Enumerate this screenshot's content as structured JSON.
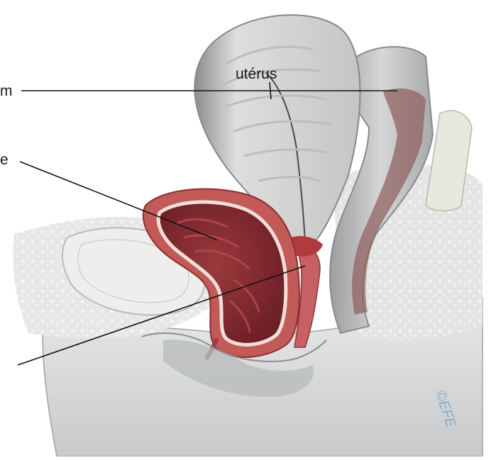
{
  "labels": {
    "top_left_fragment": "m",
    "mid_left_fragment": "e",
    "uterus": "utérus"
  },
  "copyright": "©EFE",
  "colors": {
    "line": "#111111",
    "bladder_wall": "#b64a45",
    "bladder_inner": "#8e2f33",
    "uterus_fill": "#d8d8d6",
    "skin": "#d9dbdc",
    "rectum": "#b8b8ba",
    "watermark": "#7da7c7"
  }
}
